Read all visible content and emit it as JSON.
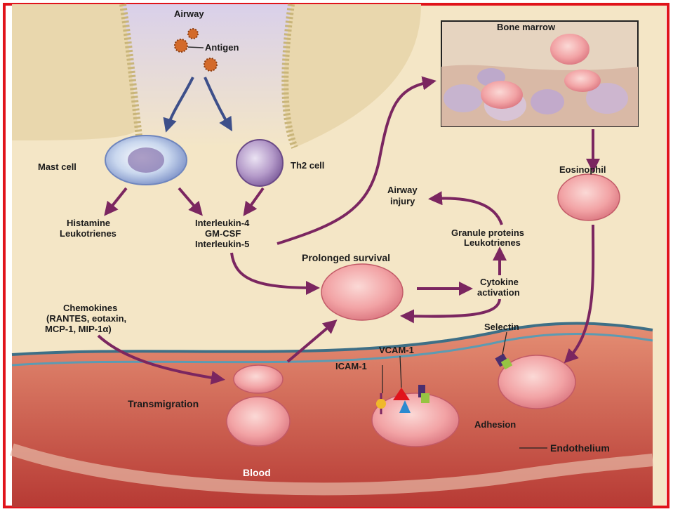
{
  "colors": {
    "border": "#e0141b",
    "background": "#f4e6c6",
    "arrow": "#7b2660",
    "vessel_wall": "#e9a38a",
    "blood": "#c8413a",
    "cell_pink": "#f3a2a4"
  },
  "labels": {
    "airway": "Airway",
    "antigen": "Antigen",
    "mast_cell": "Mast cell",
    "th2_cell": "Th2 cell",
    "histamine": "Histamine",
    "leukotrienes": "Leukotrienes",
    "il4": "Interleukin-4",
    "gmcsf": "GM-CSF",
    "il5": "Interleukin-5",
    "bone_marrow": "Bone marrow",
    "eosinophil": "Eosinophil",
    "airway_injury_1": "Airway",
    "airway_injury_2": "injury",
    "granule_proteins": "Granule proteins",
    "leukotrienes_2": "Leukotrienes",
    "prolonged_survival": "Prolonged survival",
    "cytokine": "Cytokine",
    "activation": "activation",
    "chemokines": "Chemokines",
    "chemokines_list_1": "(RANTES, eotaxin,",
    "chemokines_list_2": "MCP-1, MIP-1α)",
    "selectin": "Selectin",
    "vcam1": "VCAM-1",
    "icam1": "ICAM-1",
    "transmigration": "Transmigration",
    "adhesion": "Adhesion",
    "endothelium": "Endothelium",
    "blood": "Blood"
  }
}
